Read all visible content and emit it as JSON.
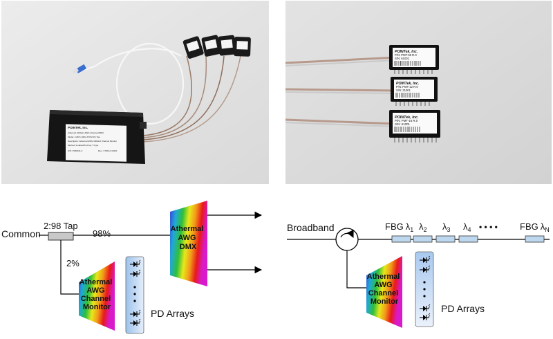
{
  "photo_left": {
    "module_label": {
      "brand": "POINTek, Inc.",
      "lines": [
        "Athermal 100GHz AWG Channel MDM",
        "Model: 1x8Ch 100G ATCM 2% Tap",
        "Description: Athermal AWG 100GHz Channel Monitor",
        "Method: tunable/PD Array T-Type",
        "S/N: P180101-3",
        "Rev.: 0   MFG:210101"
      ]
    }
  },
  "photo_right": {
    "pd_labels": [
      {
        "brand": "POINTek, Inc.",
        "pn": "P/N: PMT-08 R.0",
        "sn": "S/N: 61001"
      },
      {
        "brand": "POINTek, Inc.",
        "pn": "P/N: PMT-12 R.0",
        "sn": "S/N: 31001"
      },
      {
        "brand": "POINTek, Inc.",
        "pn": "P/N: PMT-16 R.0",
        "sn": "S/N: 61001"
      }
    ]
  },
  "diagram_left": {
    "input_label": "Common",
    "tap_label": "2:98 Tap",
    "through_pct": "98%",
    "tap_pct": "2%",
    "monitor_lines": [
      "Athermal",
      "AWG",
      "Channel",
      "Monitor"
    ],
    "dmx_lines": [
      "Athermal",
      "AWG",
      "DMX"
    ],
    "pd_label": "PD Arrays",
    "ellipsis": "•\n•\n•"
  },
  "diagram_right": {
    "input_label": "Broadband",
    "fbg_first": "FBG",
    "fbg_last": "FBG",
    "lambda": "λ",
    "subs": [
      "1",
      "2",
      "3",
      "4",
      "N"
    ],
    "dots": "•   •   •   •",
    "monitor_lines": [
      "Athermal",
      "AWG",
      "Channel",
      "Monitor"
    ],
    "pd_label": "PD Arrays"
  },
  "colors": {
    "rainbow": [
      "#3a3ad8",
      "#1fa8d8",
      "#2fbf3a",
      "#e8e81a",
      "#f29a1a",
      "#e81a1a",
      "#d81acb"
    ],
    "pd_fill": "#cfe0f5",
    "fbg_fill": "#bcd7ee",
    "tap_fill": "#c8c8c8"
  }
}
